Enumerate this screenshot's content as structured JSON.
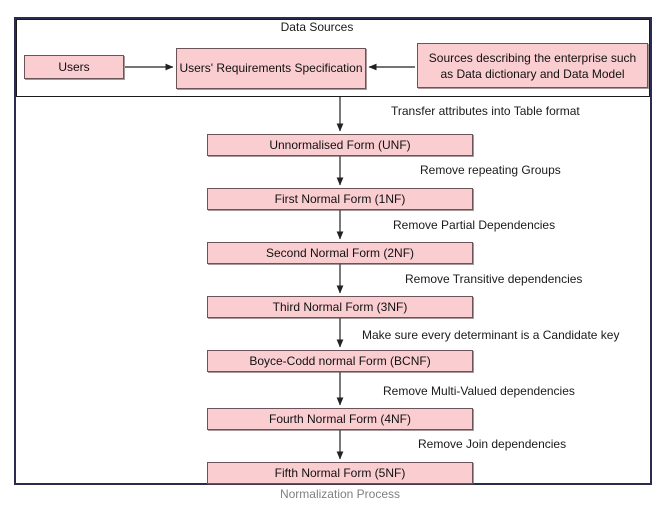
{
  "diagram": {
    "caption": "Normalization Process",
    "colors": {
      "box_fill": "#facdd1",
      "box_border": "#6b5458",
      "frame_border": "#2b2b4f",
      "group_border": "#1b1b1b",
      "arrow": "#333333",
      "caption_text": "#808080",
      "text": "#111111"
    },
    "group": {
      "title": "Data Sources",
      "nodes": [
        {
          "id": "users",
          "label": "Users"
        },
        {
          "id": "requirements-specification",
          "label": "Users' Requirements Specification"
        },
        {
          "id": "sources-enterprise",
          "label": "Sources describing the enterprise such as Data dictionary and  Data Model"
        }
      ]
    },
    "nodes": [
      {
        "id": "unf",
        "label": "Unnormalised Form (UNF)"
      },
      {
        "id": "1nf",
        "label": "First Normal Form (1NF)"
      },
      {
        "id": "2nf",
        "label": "Second Normal Form (2NF)"
      },
      {
        "id": "3nf",
        "label": "Third Normal Form (3NF)"
      },
      {
        "id": "bcnf",
        "label": "Boyce-Codd normal Form (BCNF)"
      },
      {
        "id": "4nf",
        "label": "Fourth Normal Form (4NF)"
      },
      {
        "id": "5nf",
        "label": "Fifth Normal Form (5NF)"
      }
    ],
    "edge_labels": [
      {
        "id": "to-unf",
        "label": "Transfer attributes into Table format"
      },
      {
        "id": "to-1nf",
        "label": "Remove repeating Groups"
      },
      {
        "id": "to-2nf",
        "label": "Remove Partial Dependencies"
      },
      {
        "id": "to-3nf",
        "label": "Remove Transitive dependencies"
      },
      {
        "id": "to-bcnf",
        "label": "Make sure every determinant is a Candidate key"
      },
      {
        "id": "to-4nf",
        "label": "Remove Multi-Valued dependencies"
      },
      {
        "id": "to-5nf",
        "label": "Remove Join dependencies"
      }
    ]
  }
}
